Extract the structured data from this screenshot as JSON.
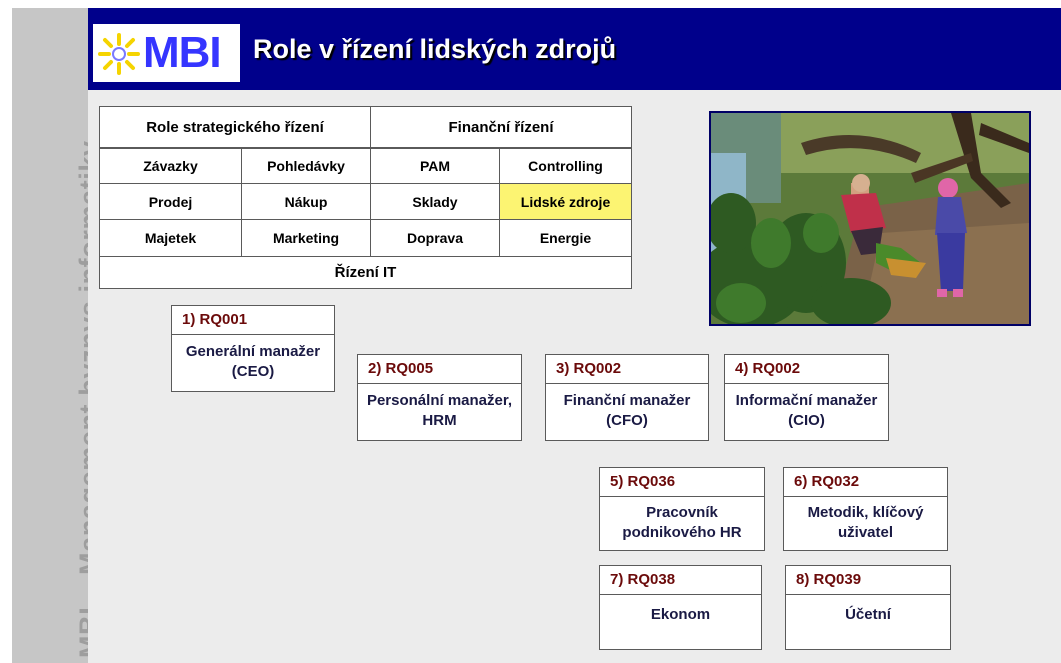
{
  "slide": {
    "title": "Role v řízení lidských zdrojů",
    "logo_text": "MBI",
    "sidebar_text": "MBI – Management byznys informatiky"
  },
  "grid": {
    "row1": [
      "Role strategického řízení",
      "Finanční řízení"
    ],
    "row2": [
      "Závazky",
      "Pohledávky",
      "PAM",
      "Controlling"
    ],
    "row3": [
      "Prodej",
      "Nákup",
      "Sklady",
      "Lidské zdroje"
    ],
    "row4": [
      "Majetek",
      "Marketing",
      "Doprava",
      "Energie"
    ],
    "row5": [
      "Řízení IT"
    ],
    "highlighted": "Lidské zdroje",
    "highlight_color": "#fcf472"
  },
  "roles": [
    {
      "code": "1) RQ001",
      "name": "Generální manažer (CEO)"
    },
    {
      "code": "2) RQ005",
      "name": "Personální manažer, HRM"
    },
    {
      "code": "3) RQ002",
      "name": "Finanční manažer (CFO)"
    },
    {
      "code": "4) RQ002",
      "name": "Informační manažer (CIO)"
    },
    {
      "code": "5) RQ036",
      "name": "Pracovník podnikového HR"
    },
    {
      "code": "6) RQ032",
      "name": "Metodik, klíčový uživatel"
    },
    {
      "code": "7) RQ038",
      "name": "Ekonom"
    },
    {
      "code": "8) RQ039",
      "name": "Účetní"
    }
  ],
  "colors": {
    "header": "#00008b",
    "role_code": "#6b0a0a",
    "sidebar": "#c6c6c6"
  }
}
